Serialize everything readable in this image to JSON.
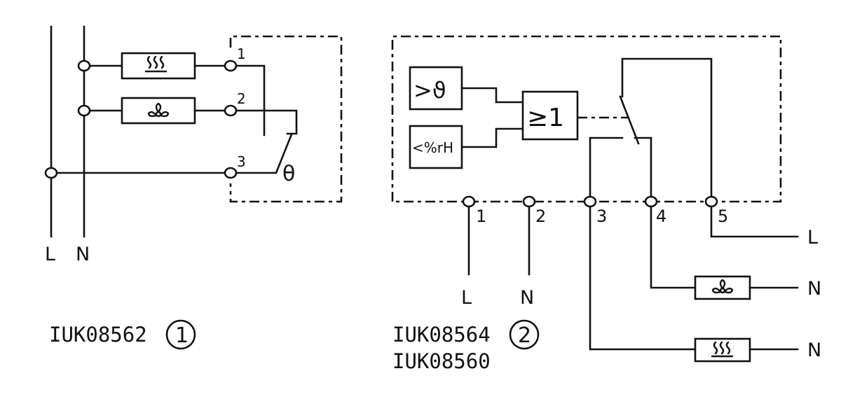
{
  "diagram_1": {
    "model": "IUK08562",
    "badge": "1",
    "terminals": [
      "1",
      "2",
      "3"
    ],
    "supply": [
      "L",
      "N"
    ],
    "thermostat_symbol": "θ",
    "heater_icon": "heater-icon",
    "fan_icon": "fan-icon"
  },
  "diagram_2": {
    "models": [
      "IUK08564",
      "IUK08560"
    ],
    "badge": "2",
    "terminals": [
      "1",
      "2",
      "3",
      "4",
      "5"
    ],
    "terminal_supply": [
      "L",
      "N"
    ],
    "temp_block": ">ϑ",
    "humidity_block": "<%rH",
    "or_gate": "≥1",
    "outputs": [
      "L",
      "N",
      "N"
    ],
    "heater_icon": "heater-icon",
    "fan_icon": "fan-icon"
  }
}
